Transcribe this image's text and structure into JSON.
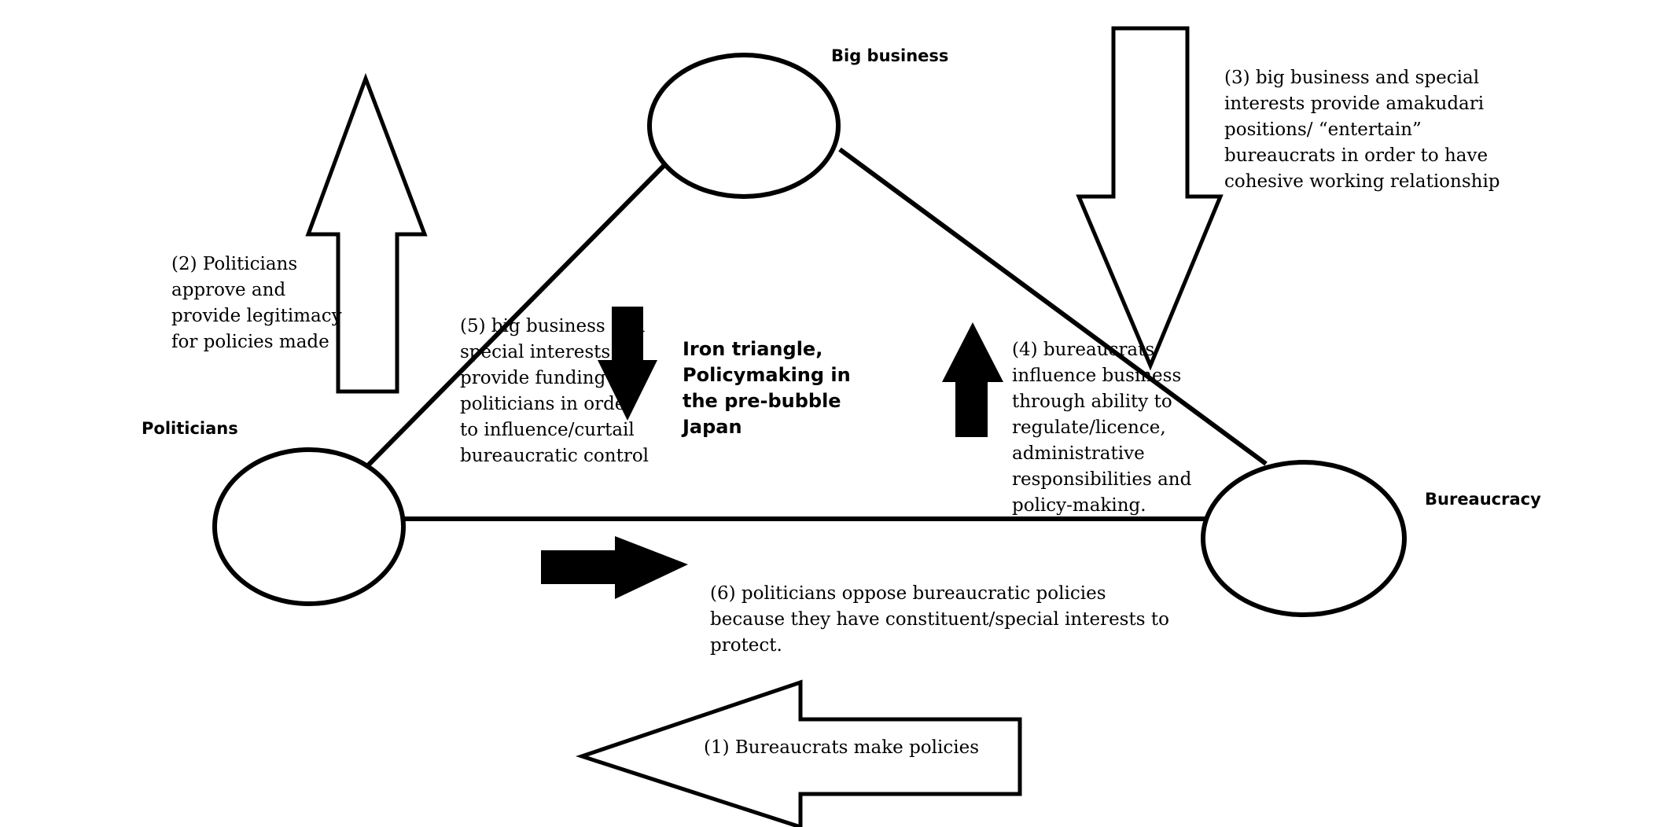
{
  "nodes": {
    "big_business": "Big business",
    "politicians": "Politicians",
    "bureaucracy": "Bureaucracy"
  },
  "center_title": [
    "Iron triangle,",
    "Policymaking in",
    "the pre-bubble",
    "Japan"
  ],
  "notes": {
    "n1": [
      "(1) Bureaucrats make policies"
    ],
    "n2": [
      "(2) Politicians",
      "approve and",
      "provide legitimacy",
      "for policies made"
    ],
    "n3": [
      "(3) big business and special",
      "interests provide amakudari",
      "positions/ “entertain”",
      "bureaucrats in order to have",
      "cohesive working relationship"
    ],
    "n4": [
      "(4) bureaucrats",
      "influence business",
      "through ability to",
      "regulate/licence,",
      "administrative",
      "responsibilities and",
      "policy-making."
    ],
    "n5": [
      "(5) big business and",
      "special interests",
      "provide funding for",
      "politicians in order",
      "to influence/curtail",
      "bureaucratic control"
    ],
    "n6": [
      "(6) politicians oppose bureaucratic policies",
      "because they have constituent/special interests to",
      "protect."
    ]
  },
  "colors": {
    "ink": "#000000",
    "paper": "#ffffff"
  }
}
